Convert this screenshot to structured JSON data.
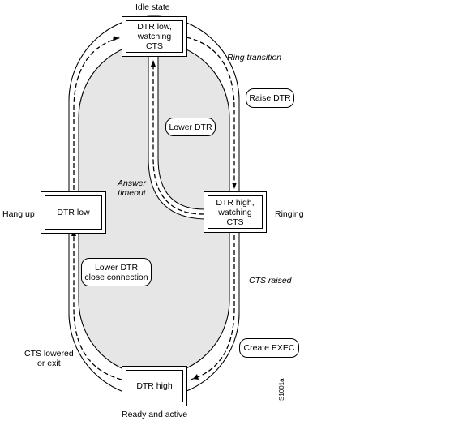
{
  "states": {
    "idle": {
      "text": "DTR low,\nwatching\nCTS",
      "caption": "Idle state"
    },
    "ringing": {
      "text": "DTR high,\nwatching\nCTS",
      "caption": "Ringing"
    },
    "hangup": {
      "text": "DTR low",
      "caption": "Hang up"
    },
    "ready": {
      "text": "DTR high",
      "caption": "Ready and active"
    }
  },
  "transitions": {
    "ring_transition": "Ring transition",
    "answer_timeout": "Answer\ntimeout",
    "cts_raised": "CTS raised",
    "cts_lowered": "CTS lowered\nor exit"
  },
  "actions": {
    "raise_dtr": "Raise DTR",
    "lower_dtr": "Lower DTR",
    "lower_dtr_close": "Lower DTR\nclose connection",
    "create_exec": "Create EXEC"
  },
  "figure_id": "S1001a",
  "colors": {
    "track_fill": "#e6e6e6",
    "line": "#000000",
    "background": "#ffffff"
  }
}
